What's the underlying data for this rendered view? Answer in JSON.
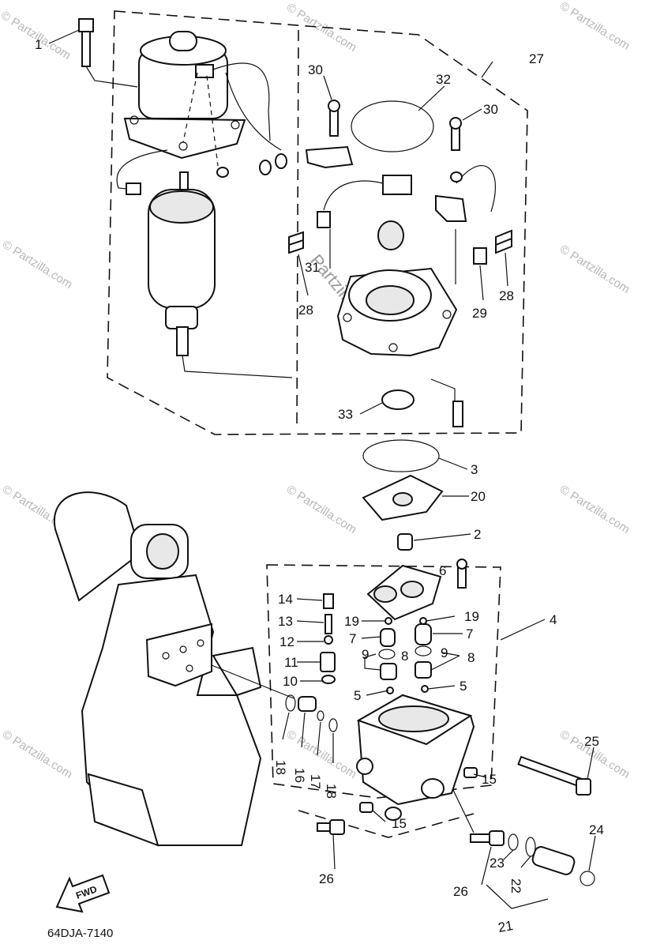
{
  "watermark": "© Partzilla.com",
  "watermark_center": "Partzilla.com",
  "diagram_code": "64DJA-7140",
  "fwd_label": "FWD",
  "callouts": {
    "c1": "1",
    "c2": "2",
    "c3": "3",
    "c4": "4",
    "c5a": "5",
    "c5b": "5",
    "c6": "6",
    "c7a": "7",
    "c7b": "7",
    "c8a": "8",
    "c8b": "8",
    "c9a": "9",
    "c9b": "9",
    "c10": "10",
    "c11": "11",
    "c12": "12",
    "c13": "13",
    "c14": "14",
    "c15a": "15",
    "c15b": "15",
    "c16": "16",
    "c17": "17",
    "c18a": "18",
    "c18b": "18",
    "c19a": "19",
    "c19b": "19",
    "c20": "20",
    "c21": "21",
    "c22": "22",
    "c23": "23",
    "c24": "24",
    "c25": "25",
    "c26a": "26",
    "c26b": "26",
    "c27": "27",
    "c28a": "28",
    "c28b": "28",
    "c29": "29",
    "c30a": "30",
    "c30b": "30",
    "c31": "31",
    "c32": "32",
    "c33": "33"
  }
}
